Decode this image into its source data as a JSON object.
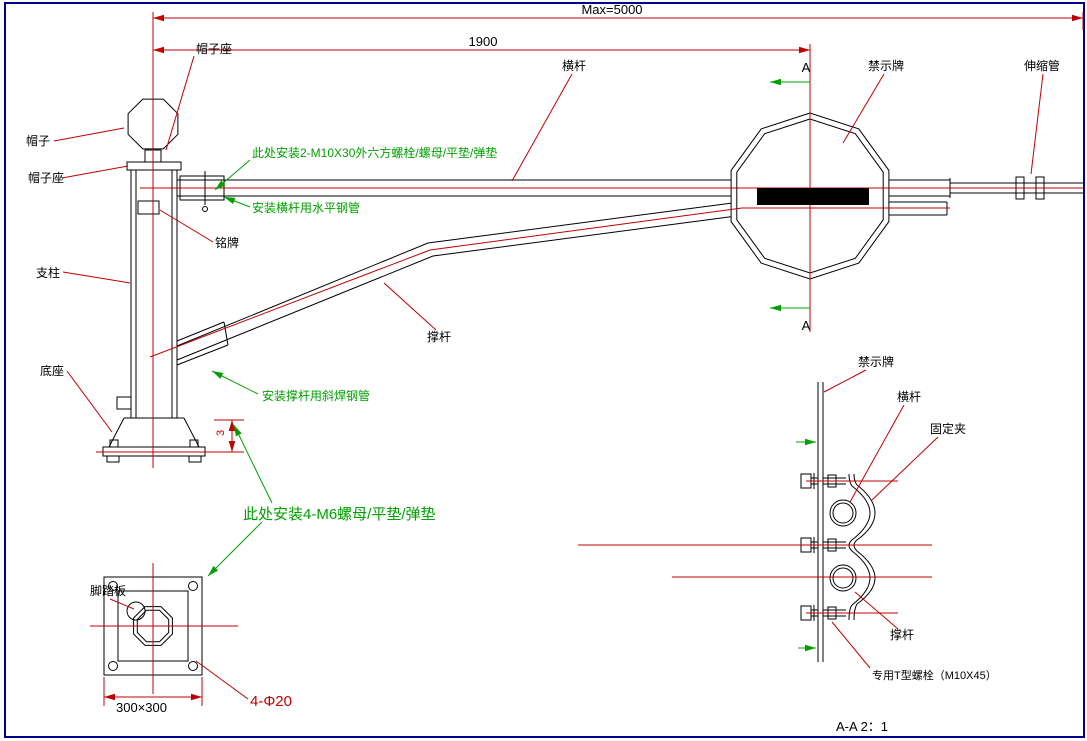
{
  "drawing": {
    "dimensions": {
      "max_length": "Max=5000",
      "arm_length": "1900",
      "plate_thickness": "3",
      "plate_size": "300×300",
      "bolt_holes": "4-Φ20"
    },
    "labels": {
      "cap_seat_top": "帽子座",
      "cap": "帽子",
      "cap_seat": "帽子座",
      "nameplate": "铭牌",
      "column": "支柱",
      "base": "底座",
      "crossbar": "横杆",
      "sign_board": "禁示牌",
      "telescopic_tube": "伸缩管",
      "strut": "撑杆",
      "foot_pedal": "脚踏板"
    },
    "notes": {
      "top_bolts": "此处安装2-M10X30外六方螺栓/螺母/平垫/弹垫",
      "horizontal_pipe": "安装横杆用水平钢管",
      "diagonal_pipe": "安装撑杆用斜焊钢管",
      "base_nuts": "此处安装4-M6螺母/平垫/弹垫"
    },
    "section": {
      "marker": "A",
      "title": "A-A 2：1",
      "labels": {
        "sign_board": "禁示牌",
        "crossbar": "横杆",
        "clamp": "固定夹",
        "strut": "撑杆",
        "t_bolt": "专用T型螺栓（M10X45）"
      }
    },
    "colors": {
      "line": "#000000",
      "dim": "#c00000",
      "note": "#00a000",
      "frame": "#000088"
    }
  }
}
